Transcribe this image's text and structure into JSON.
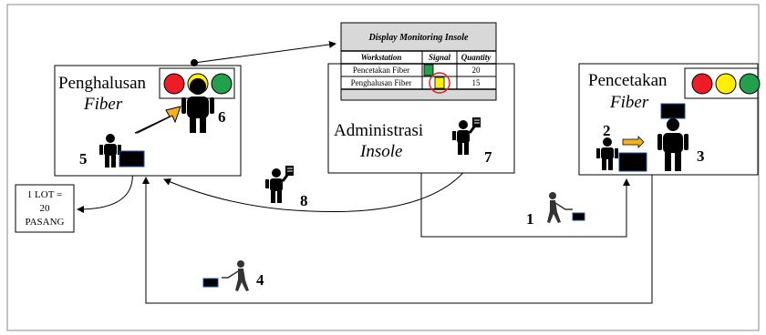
{
  "stations": {
    "penghalusan": {
      "title": "Penghalusan",
      "subtitle": "Fiber"
    },
    "administrasi": {
      "title": "Administrasi",
      "subtitle": "Insole"
    },
    "pencetakan": {
      "title": "Pencetakan",
      "subtitle": "Fiber"
    }
  },
  "monitor": {
    "title": "Display Monitoring Insole",
    "headers": [
      "Workstation",
      "Signal",
      "Quantity"
    ],
    "rows": [
      {
        "workstation": "Pencetakan Fiber",
        "signal_color": "#22a04b",
        "quantity": "20"
      },
      {
        "workstation": "Penghalusan Fiber",
        "signal_color": "#ffef00",
        "quantity": "15"
      }
    ]
  },
  "note": {
    "lines": [
      "1 LOT =",
      "20",
      "PASANG"
    ]
  },
  "steps": [
    "1",
    "2",
    "3",
    "4",
    "5",
    "6",
    "7",
    "8"
  ],
  "colors": {
    "light_red": "#ee1c25",
    "light_yellow": "#ffef00",
    "light_green": "#22a04b",
    "arrow_orange": "#f5b21c",
    "monitor_header_bg": "#d8d8d8",
    "highlight_circle": "#e0201f"
  }
}
